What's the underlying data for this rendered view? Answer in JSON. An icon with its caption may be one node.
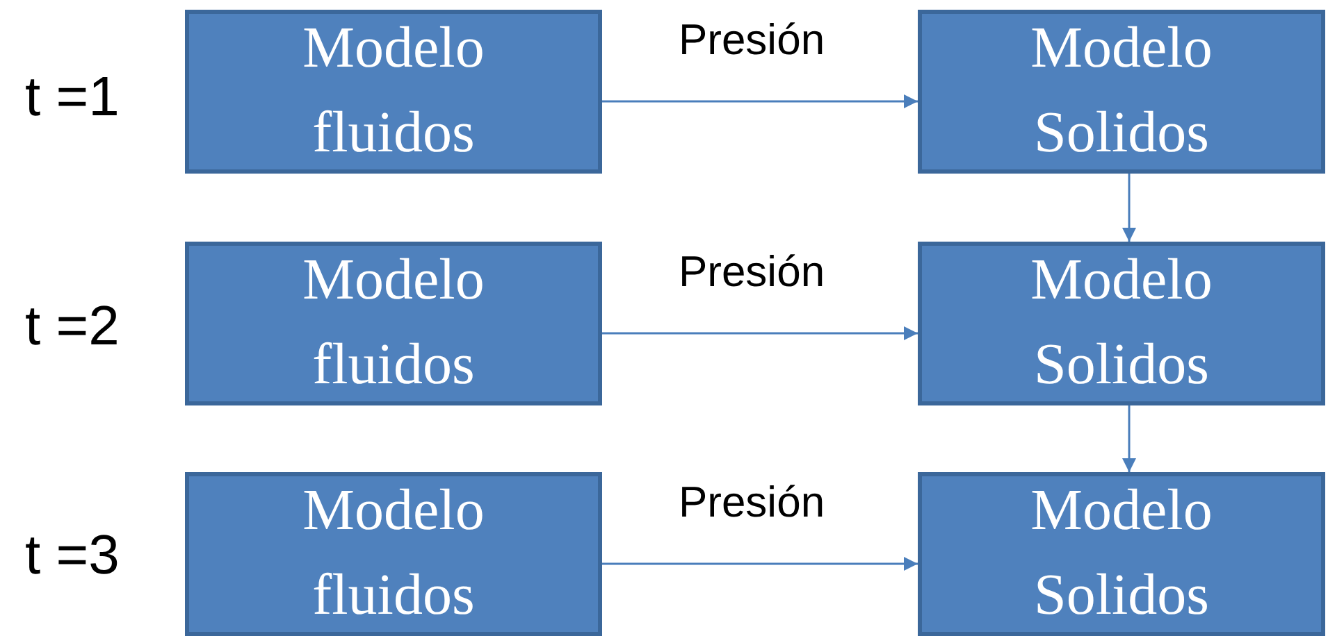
{
  "diagram": {
    "nodes": [
      {
        "text": [
          "Modelo fluidos"
        ]
      },
      {
        "text": [
          "Modelo Solidos"
        ]
      },
      {
        "text": [
          "Modelo fluidos"
        ]
      },
      {
        "text": [
          "Modelo Solidos"
        ]
      },
      {
        "text": [
          "Modelo fluidos"
        ]
      },
      {
        "text": [
          "Modelo Solidos"
        ]
      }
    ],
    "edges": [
      {
        "from": 0,
        "to": 1,
        "arrow": "to",
        "label": "Presión"
      },
      {
        "from": 1,
        "to": 3,
        "arrow": "to"
      },
      {
        "from": 2,
        "to": 3,
        "arrow": "to",
        "label": "Presión"
      },
      {
        "from": 3,
        "to": 5,
        "arrow": "to"
      },
      {
        "from": 4,
        "to": 5,
        "arrow": "to",
        "label": "Presión"
      }
    ],
    "labels": [
      "t =1",
      "t =2",
      "t =3"
    ]
  }
}
